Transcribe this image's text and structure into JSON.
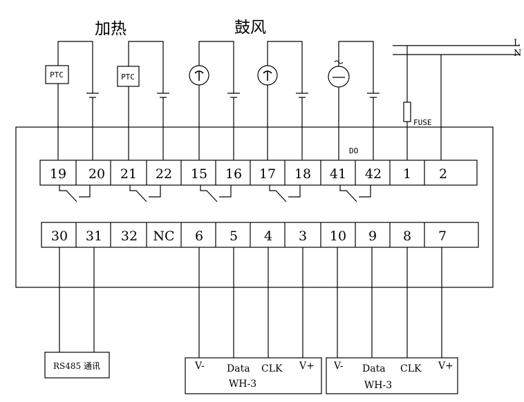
{
  "section_labels": {
    "heating": "加热",
    "blower": "鼓风"
  },
  "line_labels": {
    "line": "L",
    "neutral": "N"
  },
  "device_labels": {
    "ptc1": "PTC",
    "ptc2": "PTC",
    "fuse": "FUSE",
    "do": "DO"
  },
  "top_terminals": [
    "19",
    "20",
    "21",
    "22",
    "15",
    "16",
    "17",
    "18",
    "41",
    "42",
    "1",
    "2"
  ],
  "bottom_terminals": [
    "30",
    "31",
    "32",
    "NC",
    "6",
    "5",
    "4",
    "3",
    "10",
    "9",
    "8",
    "7"
  ],
  "rs485_label": "RS485 通讯",
  "wh3_left": {
    "pins": [
      "V-",
      "Data",
      "CLK",
      "V+"
    ],
    "name": "WH-3"
  },
  "wh3_right": {
    "pins": [
      "V-",
      "Data",
      "CLK",
      "V+"
    ],
    "name": "WH-3"
  },
  "colors": {
    "line": "#000000",
    "background": "#ffffff"
  }
}
